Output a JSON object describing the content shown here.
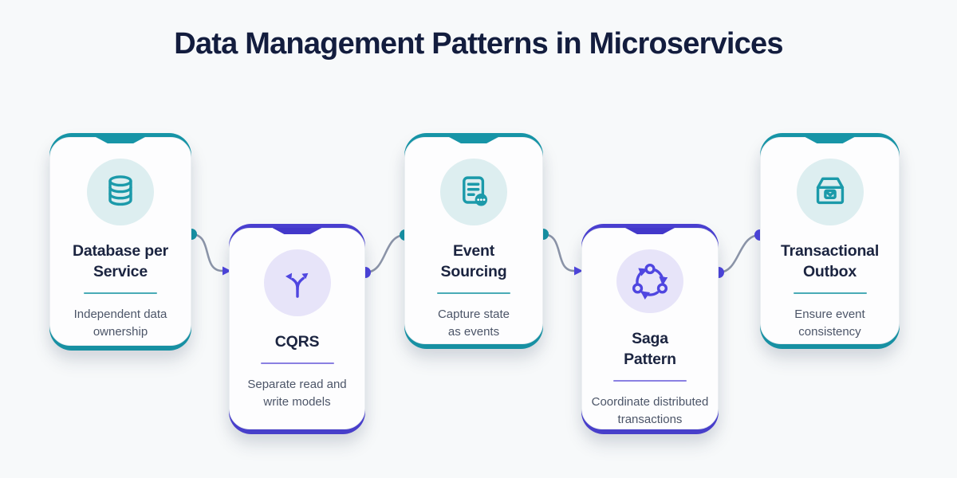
{
  "title": "Data Management Patterns in Microservices",
  "colors": {
    "teal": "#1795a7",
    "teal_icon": "#1b9aaa",
    "teal_light": "#ddeef0",
    "purple": "#4a40d0",
    "purple_icon": "#4f46e0",
    "purple_light": "#e7e4f9",
    "navy": "#131d3e",
    "card_title": "#1b2440",
    "subtitle": "#4c5568",
    "connector_line": "#8b94a8",
    "background": "#f7f9fa",
    "card_background": "#fdfdfe"
  },
  "cards": [
    {
      "id": "database-per-service",
      "accent": "teal",
      "icon": "database-icon",
      "title": "Database per Service",
      "title_lines": [
        "Database per",
        "Service"
      ],
      "subtitle": "Independent data ownership",
      "subtitle_lines": [
        "Independent data",
        "ownership"
      ]
    },
    {
      "id": "cqrs",
      "accent": "purple",
      "icon": "branch-arrows-icon",
      "title": "CQRS",
      "title_lines": [
        "CQRS"
      ],
      "subtitle": "Separate read and write models",
      "subtitle_lines": [
        "Separate read and",
        "write models"
      ]
    },
    {
      "id": "event-sourcing",
      "accent": "teal",
      "icon": "document-ellipsis-icon",
      "title": "Event Sourcing",
      "title_lines": [
        "Event",
        "Sourcing"
      ],
      "subtitle": "Capture state as events",
      "subtitle_lines": [
        "Capture state",
        "as events"
      ]
    },
    {
      "id": "saga-pattern",
      "accent": "purple",
      "icon": "cycle-arrows-icon",
      "title": "Saga Pattern",
      "title_lines": [
        "Saga",
        "Pattern"
      ],
      "subtitle": "Coordinate distributed transactions",
      "subtitle_lines": [
        "Coordinate distributed",
        "transactions"
      ]
    },
    {
      "id": "transactional-outbox",
      "accent": "teal",
      "icon": "outbox-icon",
      "title": "Transactional Outbox",
      "title_lines": [
        "Transactional",
        "Outbox"
      ],
      "subtitle": "Ensure event consistency",
      "subtitle_lines": [
        "Ensure event",
        "consistency"
      ]
    }
  ],
  "connectors": [
    {
      "from": "database-per-service",
      "to": "cqrs",
      "start_marker": "dot",
      "start_color": "#1795a7",
      "end_marker": "arrow",
      "end_color": "#4f46e0"
    },
    {
      "from": "cqrs",
      "to": "event-sourcing",
      "start_marker": "dot",
      "start_color": "#4f46e0",
      "end_marker": "dot",
      "end_color": "#1795a7"
    },
    {
      "from": "event-sourcing",
      "to": "saga-pattern",
      "start_marker": "dot",
      "start_color": "#1795a7",
      "end_marker": "arrow",
      "end_color": "#4f46e0"
    },
    {
      "from": "saga-pattern",
      "to": "transactional-outbox",
      "start_marker": "dot",
      "start_color": "#4f46e0",
      "end_marker": "dot",
      "end_color": "#4f46e0"
    }
  ]
}
